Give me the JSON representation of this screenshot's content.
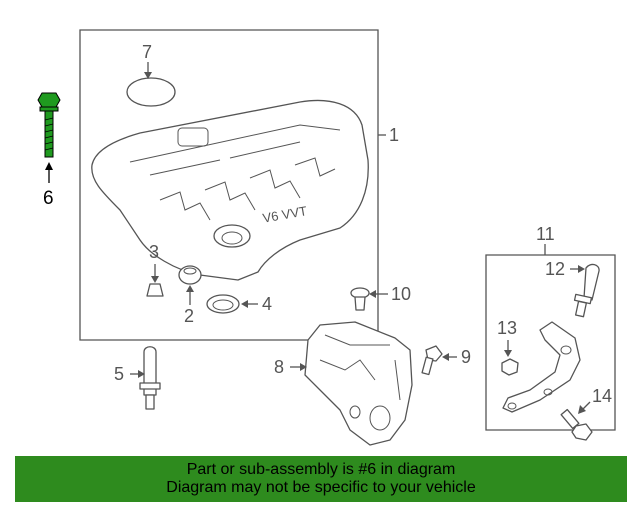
{
  "callouts": {
    "c1": "1",
    "c2": "2",
    "c3": "3",
    "c4": "4",
    "c5": "5",
    "c6": "6",
    "c7": "7",
    "c8": "8",
    "c9": "9",
    "c10": "10",
    "c11": "11",
    "c12": "12",
    "c13": "13",
    "c14": "14"
  },
  "engine_cover_text": "V6 VVT",
  "banner": {
    "line1": "Part or sub-assembly is #6 in diagram",
    "line2": "Diagram may not be specific to your vehicle"
  },
  "colors": {
    "banner_bg": "#2e8b1e",
    "highlight_part": "#1f9a1f",
    "line_art": "#555555"
  }
}
